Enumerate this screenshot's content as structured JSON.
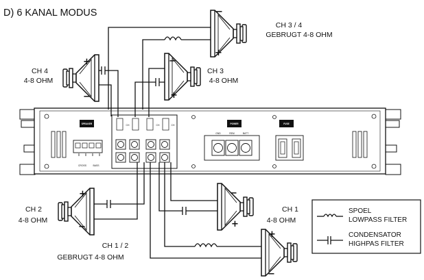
{
  "title": "D)  6 KANAL MODUS",
  "channels": {
    "ch34_name": "CH 3 / 4",
    "ch34_imp": "GEBRUGT 4-8 OHM",
    "ch4_name": "CH 4",
    "ch4_imp": "4-8 OHM",
    "ch3_name": "CH 3",
    "ch3_imp": "4-8 OHM",
    "ch2_name": "CH 2",
    "ch2_imp": "4-8 OHM",
    "ch1_name": "CH 1",
    "ch1_imp": "4-8 OHM",
    "ch12_name": "CH 1 / 2",
    "ch12_imp": "GEBRUGT 4-8 OHM"
  },
  "legend": {
    "coil_line1": "SPOEL",
    "coil_line2": "LOWPASS  FILTER",
    "cap_line1": "CONDENSATOR",
    "cap_line2": "HIGHPAS FILTER"
  },
  "amp": {
    "badge_left": "SPEAKER",
    "badge_mid": "POWER",
    "badge_right": "FUSE",
    "power_labels": [
      "GND",
      "REM",
      "BATT"
    ],
    "control_labels": [
      "CROSS",
      "BASS"
    ],
    "term_ch_labels": [
      "CH",
      "CH",
      "CH"
    ]
  },
  "polarity": {
    "plus": "+",
    "minus": "−"
  }
}
